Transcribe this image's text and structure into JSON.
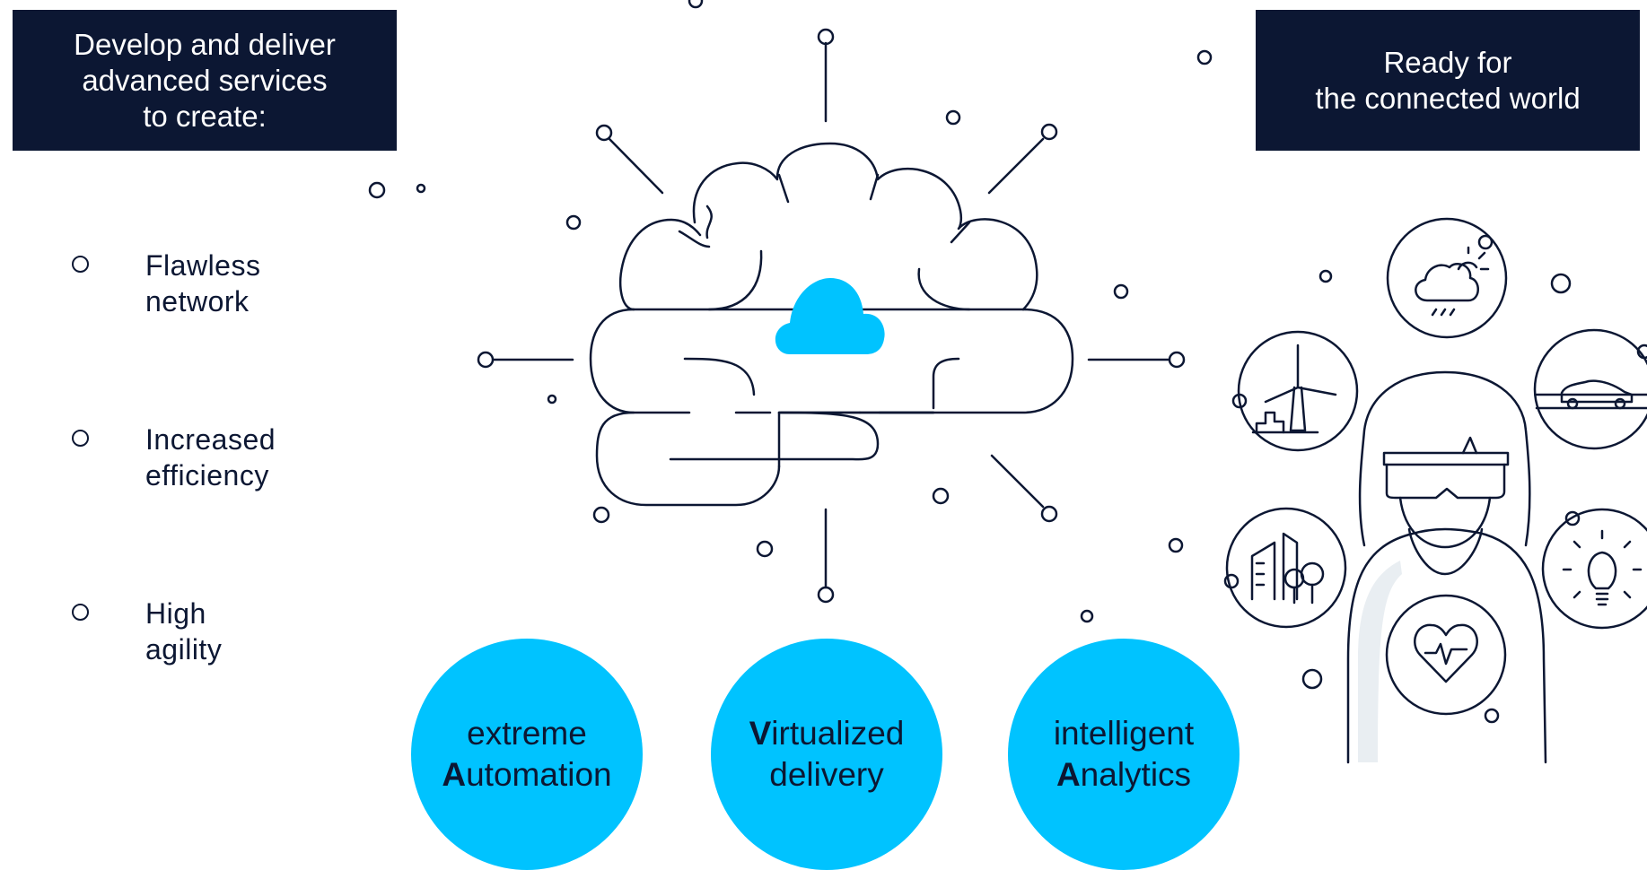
{
  "left_panel": {
    "header_lines": [
      "Develop and deliver",
      "advanced services",
      "to create:"
    ],
    "bullets": [
      {
        "lines": [
          "Flawless",
          "network"
        ]
      },
      {
        "lines": [
          "Increased",
          "efficiency"
        ]
      },
      {
        "lines": [
          "High",
          "agility"
        ]
      }
    ]
  },
  "right_panel": {
    "header_lines": [
      "Ready for",
      "the connected world"
    ]
  },
  "pillars": [
    {
      "line1_rest": "extreme",
      "line2_initial": "A",
      "line2_rest": "utomation"
    },
    {
      "line1_initial": "V",
      "line1_rest": "irtualized",
      "line2_rest": "delivery"
    },
    {
      "line1_rest": "intelligent",
      "line2_initial": "A",
      "line2_rest": "nalytics"
    }
  ],
  "colors": {
    "navy": "#0c1733",
    "cyan": "#00c3ff"
  },
  "icons": [
    "brain-cloud-icon",
    "weather-icon",
    "wind-turbine-icon",
    "car-icon",
    "city-icon",
    "lightbulb-icon",
    "heart-pulse-icon",
    "vr-person-icon"
  ]
}
